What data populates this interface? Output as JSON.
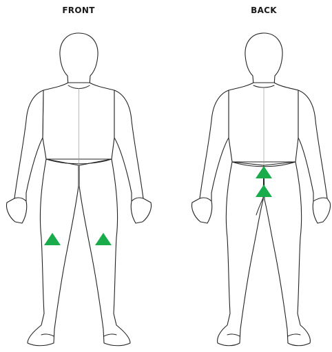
{
  "views": {
    "front": {
      "label": "FRONT"
    },
    "back": {
      "label": "BACK"
    }
  },
  "marker_color": "#1aab4a",
  "markers": {
    "front": [
      "left-knee",
      "right-knee"
    ],
    "back": [
      "lower-back-upper",
      "lower-back-lower"
    ]
  }
}
